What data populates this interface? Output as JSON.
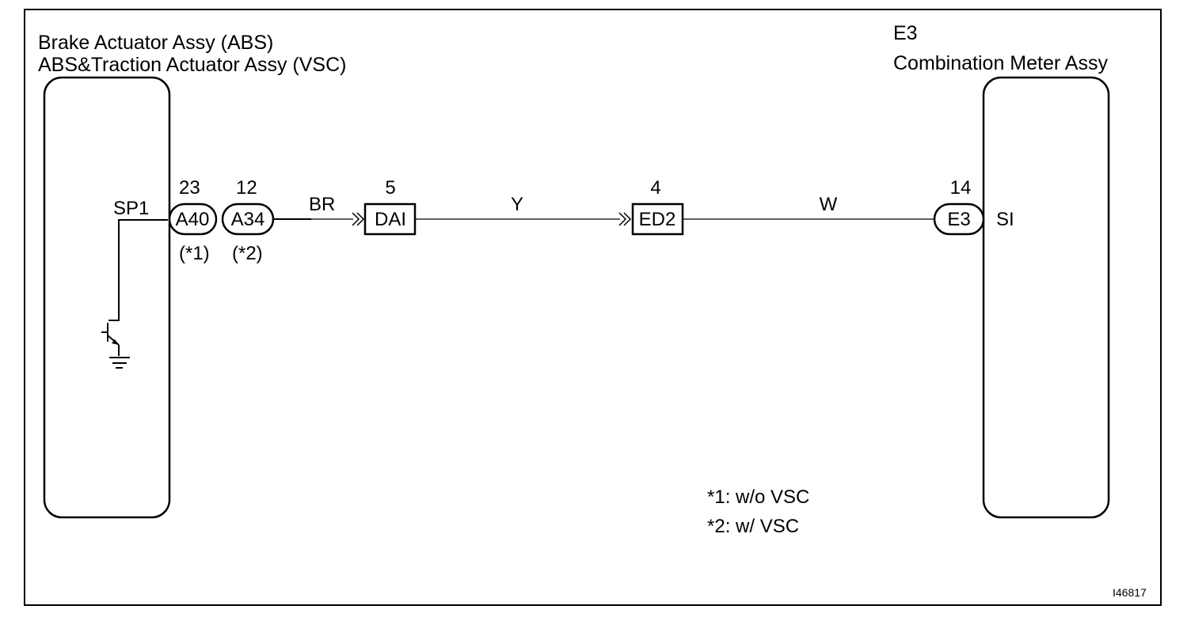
{
  "left_component": {
    "line1": "Brake Actuator Assy (ABS)",
    "line2": "ABS&Traction Actuator Assy (VSC)",
    "terminal": "SP1"
  },
  "right_component": {
    "code": "E3",
    "name": "Combination Meter Assy",
    "terminal": "SI"
  },
  "connectors": {
    "a40": {
      "pin": "23",
      "label": "A40",
      "note": "(*1)"
    },
    "a34": {
      "pin": "12",
      "label": "A34",
      "note": "(*2)"
    },
    "dai": {
      "pin": "5",
      "label": "DAI"
    },
    "ed2": {
      "pin": "4",
      "label": "ED2"
    },
    "e3": {
      "pin": "14",
      "label": "E3"
    }
  },
  "wires": {
    "w1": "BR",
    "w2": "Y",
    "w3": "W"
  },
  "notes": {
    "n1": "*1: w/o VSC",
    "n2": "*2: w/ VSC"
  },
  "figure_id": "I46817"
}
